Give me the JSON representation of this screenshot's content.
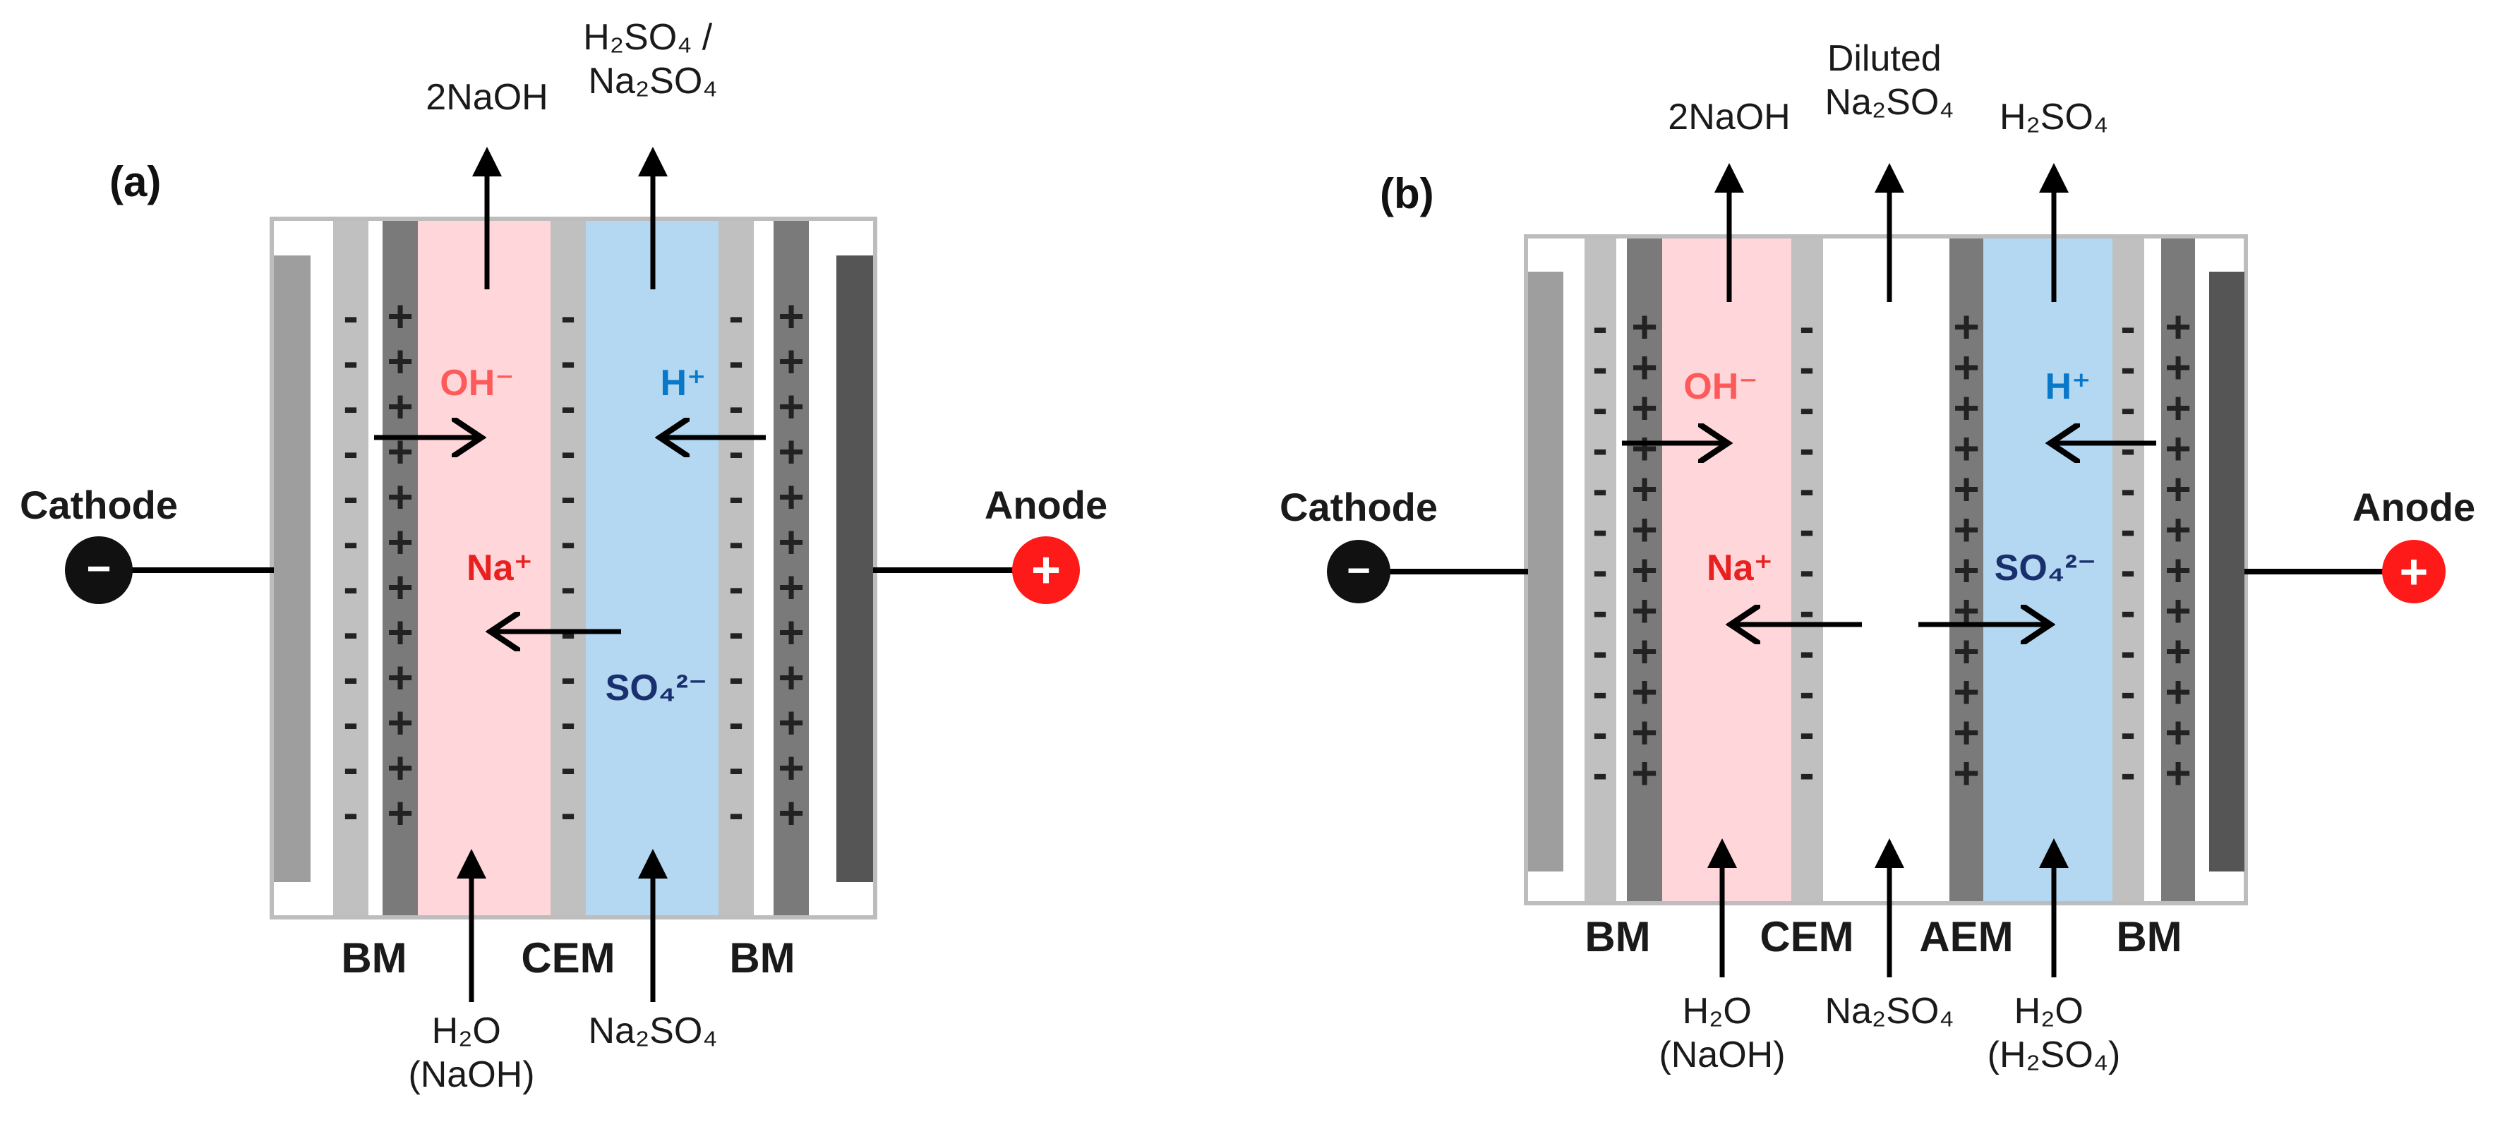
{
  "colors": {
    "base_compartment": "#ffd6da",
    "acid_compartment": "#b4d8f2",
    "bm_light": "#c0c0c0",
    "bm_dark": "#7a7a7a",
    "electrode_cathode": "#9e9e9e",
    "electrode_anode": "#555555",
    "hydroxide_text": "#ff5a5a",
    "sodium_text": "#e82020",
    "proton_text": "#0a78c8",
    "sulfate_text": "#1a2f6e",
    "anode_terminal": "#ff1a1a",
    "cathode_terminal": "#111111",
    "frame": "#bdbdbd"
  },
  "panel_a": {
    "label": "(a)",
    "cathode_label": "Cathode",
    "anode_label": "Anode",
    "cathode_symbol": "−",
    "anode_symbol": "+",
    "membranes": [
      "BM",
      "CEM",
      "BM"
    ],
    "outputs": [
      {
        "lines": [
          "2NaOH"
        ]
      },
      {
        "lines": [
          "H₂SO₄ /",
          "Na₂SO₄"
        ]
      }
    ],
    "inputs": [
      {
        "lines": [
          "H₂O",
          "(NaOH)"
        ]
      },
      {
        "lines": [
          "Na₂SO₄"
        ]
      }
    ],
    "ions": {
      "hydroxide": "OH⁻",
      "proton": "H⁺",
      "sodium": "Na⁺",
      "sulfate": "SO₄²⁻"
    },
    "signs": {
      "minus": "-",
      "plus": "+"
    }
  },
  "panel_b": {
    "label": "(b)",
    "cathode_label": "Cathode",
    "anode_label": "Anode",
    "cathode_symbol": "−",
    "anode_symbol": "+",
    "membranes": [
      "BM",
      "CEM",
      "AEM",
      "BM"
    ],
    "outputs": [
      {
        "lines": [
          "2NaOH"
        ]
      },
      {
        "lines": [
          "Diluted",
          "Na₂SO₄"
        ]
      },
      {
        "lines": [
          "H₂SO₄"
        ]
      }
    ],
    "inputs": [
      {
        "lines": [
          "H₂O",
          "(NaOH)"
        ]
      },
      {
        "lines": [
          "Na₂SO₄"
        ]
      },
      {
        "lines": [
          "H₂O",
          "(H₂SO₄)"
        ]
      }
    ],
    "ions": {
      "hydroxide": "OH⁻",
      "proton": "H⁺",
      "sodium": "Na⁺",
      "sulfate": "SO₄²⁻"
    },
    "signs": {
      "minus": "-",
      "plus": "+"
    }
  }
}
